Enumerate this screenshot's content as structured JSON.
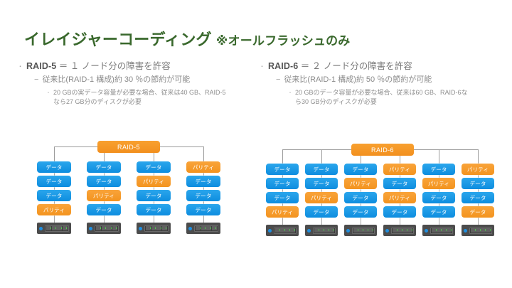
{
  "slide": {
    "title_main": "イレイジャーコーディング",
    "title_sub": "※オールフラッシュのみ",
    "title_color": "#39682c",
    "background": "#ffffff"
  },
  "bullets": {
    "left": {
      "level1_label": "RAID-5",
      "level1_rest": "＝ １ ノード分の障害を許容",
      "level1_bullet": "･",
      "level2_dash": "−",
      "level2_text": "従来比(RAID-1 構成)約 30 ％の節約が可能",
      "level3_bullet": "･",
      "level3_text": "20 GBの実データ容量が必要な場合、従来は40 GB、RAID-5なら27 GB分のディスクが必要"
    },
    "right": {
      "level1_label": "RAID-6",
      "level1_rest": "＝ ２ ノード分の障害を許容",
      "level1_bullet": "･",
      "level2_dash": "−",
      "level2_text": "従来比(RAID-1 構成)約 50 ％の節約が可能",
      "level3_bullet": "･",
      "level3_text": "20 GBのデータ容量が必要な場合、従来は60 GB、RAID-6なら30 GB分のディスクが必要"
    }
  },
  "labels": {
    "data": "データ",
    "parity": "パリティ"
  },
  "colors": {
    "data_pill": "#0d8ddf",
    "parity_pill": "#f3941f",
    "connector": "#9c9c9c",
    "server_body": "#4c4c4c",
    "server_led": "#1f8fe0",
    "drive_led": "#49e24a"
  },
  "diagrams": [
    {
      "id": "raid5",
      "root_label": "RAID-5",
      "columns": [
        {
          "cells": [
            "data",
            "data",
            "data",
            "parity"
          ]
        },
        {
          "cells": [
            "data",
            "data",
            "parity",
            "data"
          ]
        },
        {
          "cells": [
            "data",
            "parity",
            "data",
            "data"
          ]
        },
        {
          "cells": [
            "parity",
            "data",
            "data",
            "data"
          ]
        }
      ]
    },
    {
      "id": "raid6",
      "root_label": "RAID-6",
      "columns": [
        {
          "cells": [
            "data",
            "data",
            "data",
            "parity"
          ]
        },
        {
          "cells": [
            "data",
            "data",
            "parity",
            "data"
          ]
        },
        {
          "cells": [
            "data",
            "parity",
            "data",
            "data"
          ]
        },
        {
          "cells": [
            "parity",
            "data",
            "parity",
            "data"
          ]
        },
        {
          "cells": [
            "data",
            "parity",
            "data",
            "data"
          ]
        },
        {
          "cells": [
            "parity",
            "data",
            "data",
            "parity_data"
          ]
        }
      ]
    }
  ]
}
